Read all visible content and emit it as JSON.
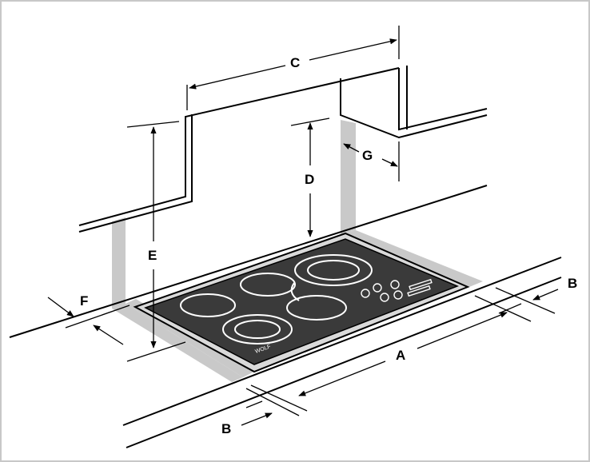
{
  "diagram": {
    "labels": {
      "A": "A",
      "B_right": "B",
      "B_front": "B",
      "C": "C",
      "D": "D",
      "E": "E",
      "F": "F",
      "G": "G"
    },
    "brand_text": "WOLF",
    "colors": {
      "line": "#000000",
      "cooktop_glass": "#3a3a3a",
      "cooktop_frame": "#d9d9d9",
      "clearance_band": "#c9c9c9",
      "burner_ring": "#ffffff",
      "background": "#ffffff"
    }
  }
}
